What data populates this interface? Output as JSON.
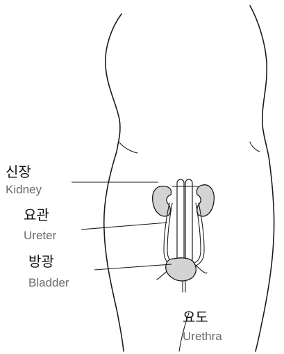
{
  "labels": {
    "kidney": {
      "ko": "신장",
      "en": "Kidney"
    },
    "ureter": {
      "ko": "요관",
      "en": "Ureter"
    },
    "bladder": {
      "ko": "방광",
      "en": "Bladder"
    },
    "urethra": {
      "ko": "요도",
      "en": "Urethra"
    }
  },
  "colors": {
    "organ_fill": "#d3d3d3",
    "outline": "#1a1a1a",
    "english_text": "#6a6a6a"
  }
}
